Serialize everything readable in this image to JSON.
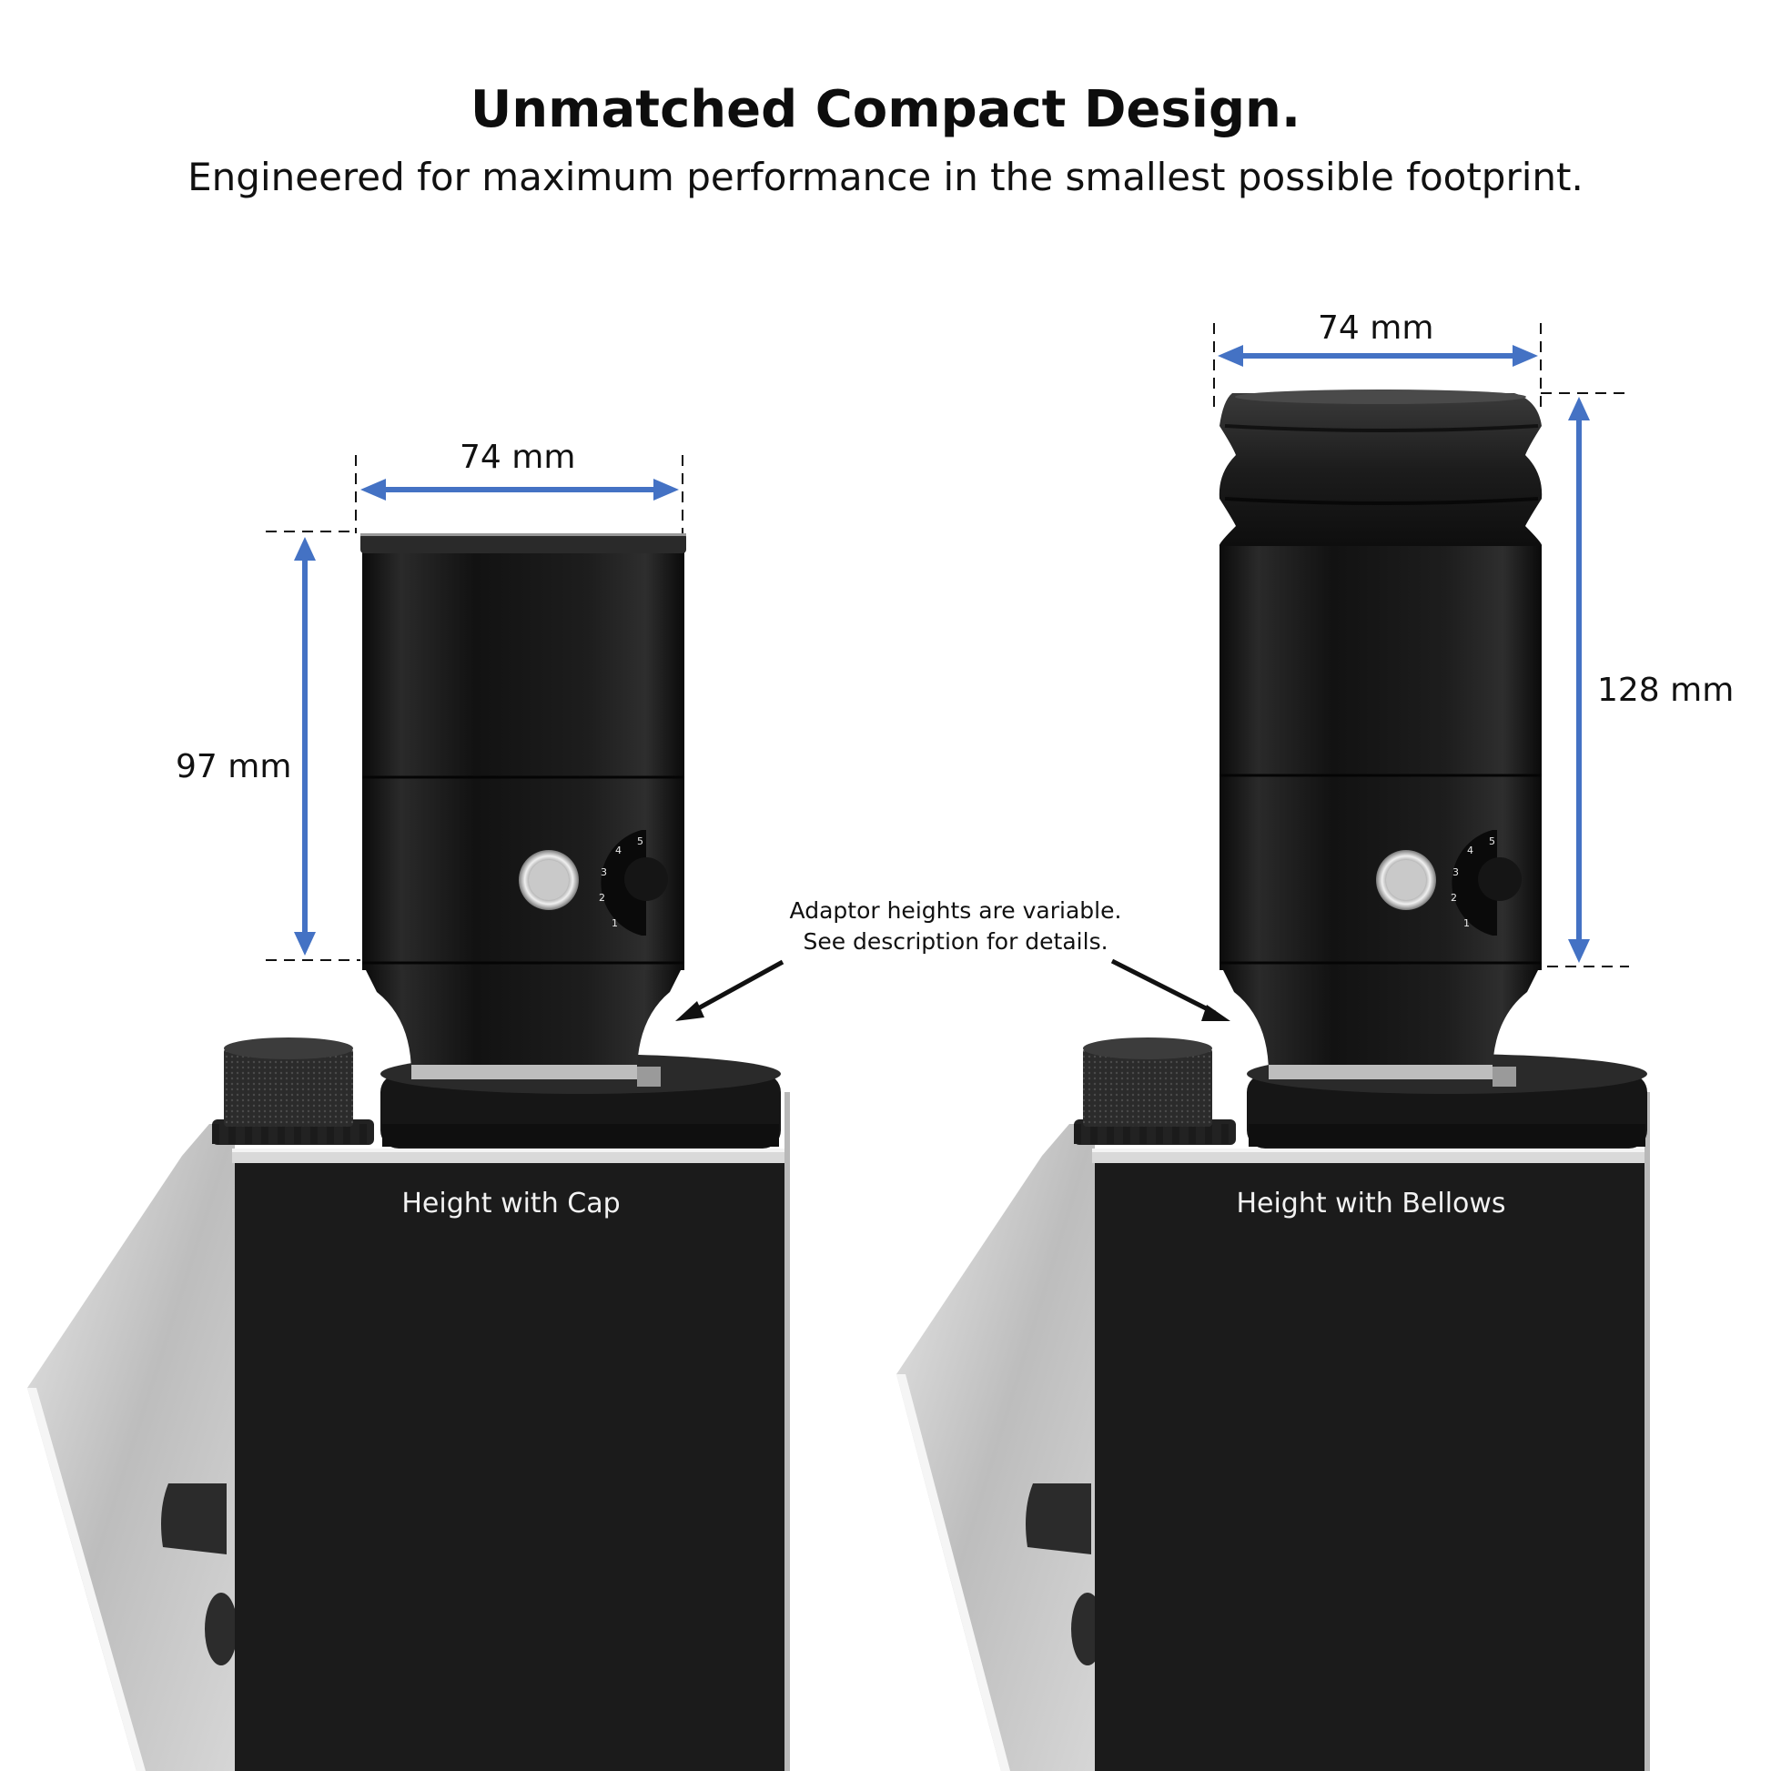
{
  "header": {
    "title": "Unmatched Compact Design.",
    "subtitle": "Engineered for maximum performance in the smallest possible footprint."
  },
  "left_unit": {
    "label": "Height with Cap",
    "width_dim": "74 mm",
    "height_dim": "97 mm",
    "dial_numbers": [
      "1",
      "2",
      "3",
      "4",
      "5"
    ]
  },
  "right_unit": {
    "label": "Height with Bellows",
    "width_dim": "74 mm",
    "height_dim": "128 mm",
    "dial_numbers": [
      "1",
      "2",
      "3",
      "4",
      "5"
    ]
  },
  "annotation": {
    "line1": "Adaptor heights are variable.",
    "line2": "See description for details."
  },
  "colors": {
    "dimension_arrow": "#4472c4",
    "body_black": "#1a1a1a",
    "steel": "#c9c9c9",
    "text": "#111111",
    "background": "#ffffff"
  }
}
